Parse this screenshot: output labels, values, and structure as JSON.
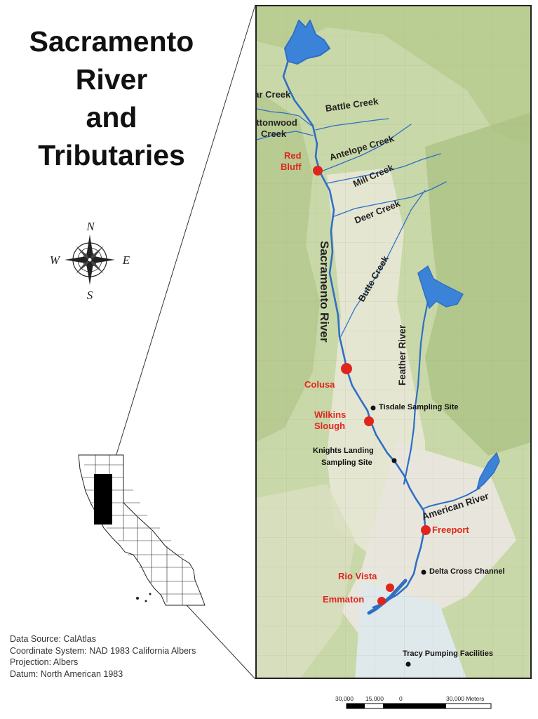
{
  "title_lines": [
    "Sacramento",
    "River",
    "and",
    "Tributaries"
  ],
  "compass": {
    "n": "N",
    "s": "S",
    "e": "E",
    "w": "W"
  },
  "info": {
    "source": "Data Source: CalAtlas",
    "coord": "Coordinate System: NAD 1983 California Albers",
    "projection": "Projection: Albers",
    "datum": "Datum: North American 1983"
  },
  "creeks": {
    "clear": "Clear Creek",
    "battle": "Battle Creek",
    "cottonwood": [
      "Cottonwood",
      "Creek"
    ],
    "antelope": "Antelope Creek",
    "mill": "Mill Creek",
    "deer": "Deer Creek",
    "butte": "Butte Creek"
  },
  "rivers": {
    "sacramento": "Sacramento River",
    "feather": "Feather River",
    "american": "American River"
  },
  "cities": {
    "red_bluff": [
      "Red",
      "Bluff"
    ],
    "colusa": "Colusa",
    "wilkins": [
      "Wilkins",
      "Slough"
    ],
    "freeport": "Freeport",
    "rio_vista": "Rio Vista",
    "emmaton": "Emmaton"
  },
  "sites": {
    "tisdale": "Tisdale Sampling Site",
    "knights": [
      "Knights Landing",
      "Sampling Site"
    ],
    "delta": "Delta Cross Channel",
    "tracy": "Tracy Pumping Facilities"
  },
  "scale": {
    "l1": "30,000",
    "l2": "15,000",
    "l3": "0",
    "l4": "30,000 Meters"
  },
  "colors": {
    "river": "#2f6fc6",
    "city": "#e0261c",
    "site": "#111111",
    "terrain": "#c9d8a8"
  }
}
